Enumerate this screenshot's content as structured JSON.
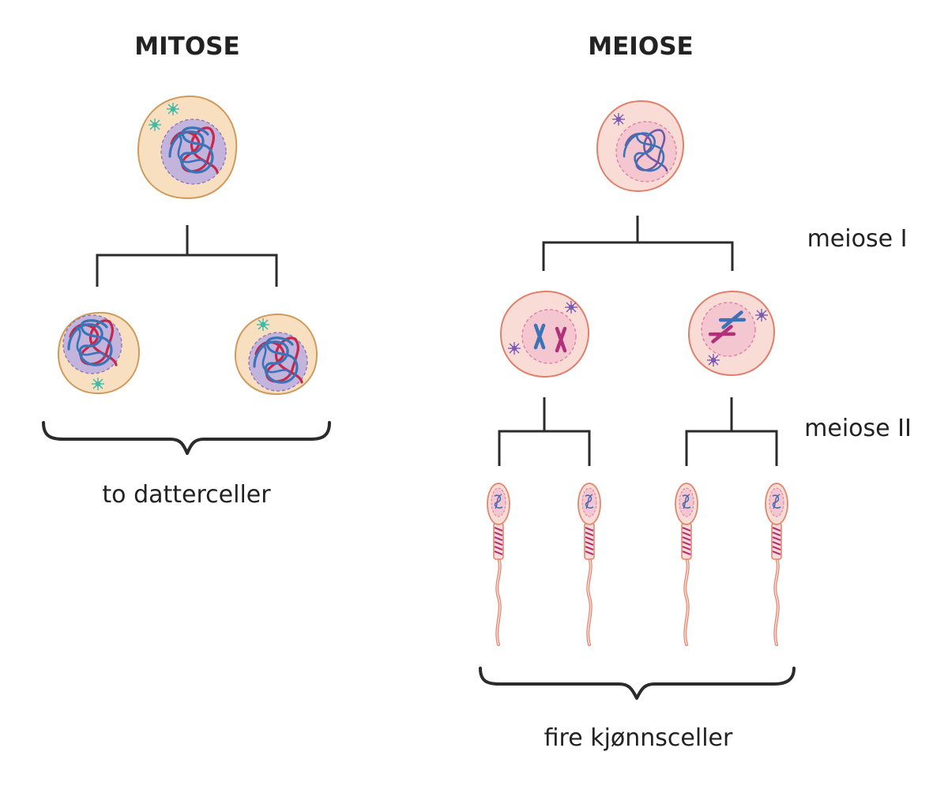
{
  "mitosis": {
    "title": "MITOSE",
    "result_label": "to datterceller"
  },
  "meiosis": {
    "title": "MEIOSE",
    "stage1_label": "meiose I",
    "stage2_label": "meiose II",
    "result_label": "fire kjønnsceller"
  },
  "colors": {
    "mitosis_cell_fill": "#f7dfbf",
    "mitosis_cell_stroke": "#cf9a5c",
    "mitosis_nucleus_fill": "#c2b4dd",
    "meiosis_cell_fill": "#f9dcd6",
    "meiosis_cell_stroke": "#e0806c",
    "meiosis_nucleus_fill": "#f4c6d0",
    "chromatin_red": "#c8264b",
    "chromatin_blue": "#3a74b6",
    "chromosome_purple": "#8a2a8a",
    "centrosome_teal": "#3fb8a8",
    "centrosome_purple": "#7a5ab4",
    "line": "#2b2b2b"
  }
}
